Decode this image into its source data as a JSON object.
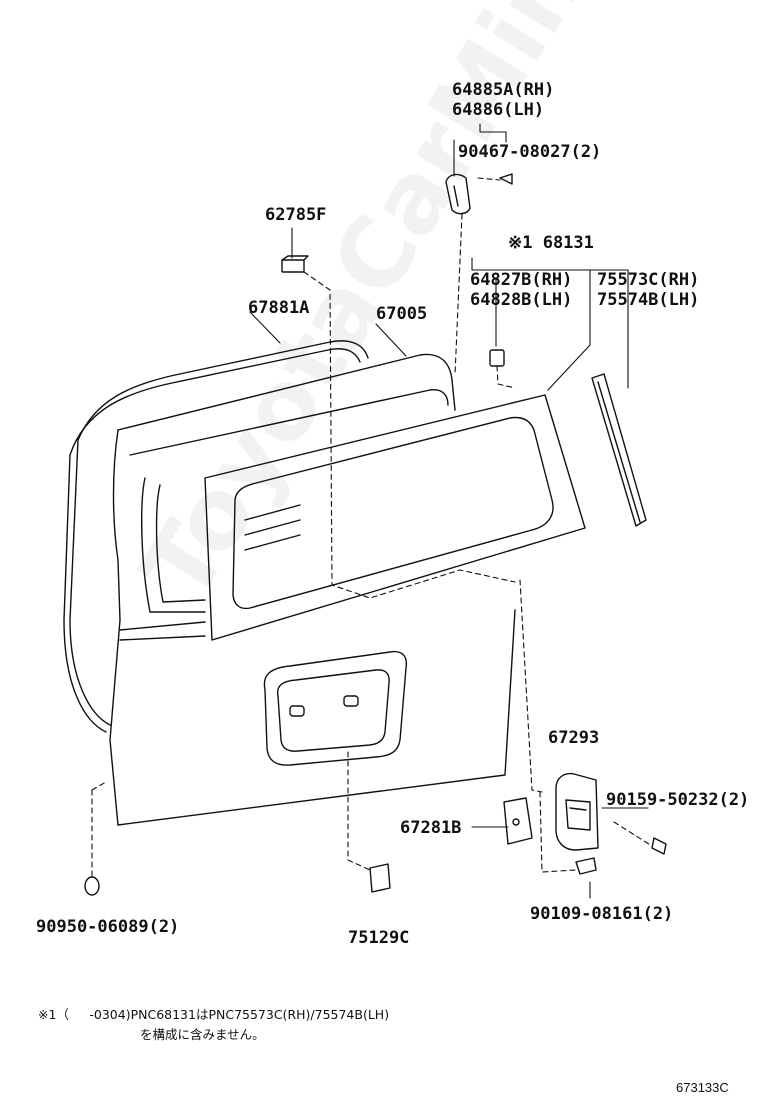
{
  "watermark": "ToyotaCarMini.ru",
  "labels": {
    "p64885A": "64885A(RH)",
    "p64886": "64886(LH)",
    "p90467": "90467-08027(2)",
    "p62785F": "62785F",
    "p68131": "※1 68131",
    "p64827B": "64827B(RH)",
    "p64828B": "64828B(LH)",
    "p75573C": "75573C(RH)",
    "p75574B": "75574B(LH)",
    "p67881A": "67881A",
    "p67005": "67005",
    "p67293": "67293",
    "p90159": "90159-50232(2)",
    "p67281B": "67281B",
    "p90109": "90109-08161(2)",
    "p90950": "90950-06089(2)",
    "p75129C": "75129C"
  },
  "note": {
    "line1": "※1（　  -0304)PNC68131はPNC75573C(RH)/75574B(LH)",
    "line2": "を構成に含みません。"
  },
  "figure_id": "673133C"
}
